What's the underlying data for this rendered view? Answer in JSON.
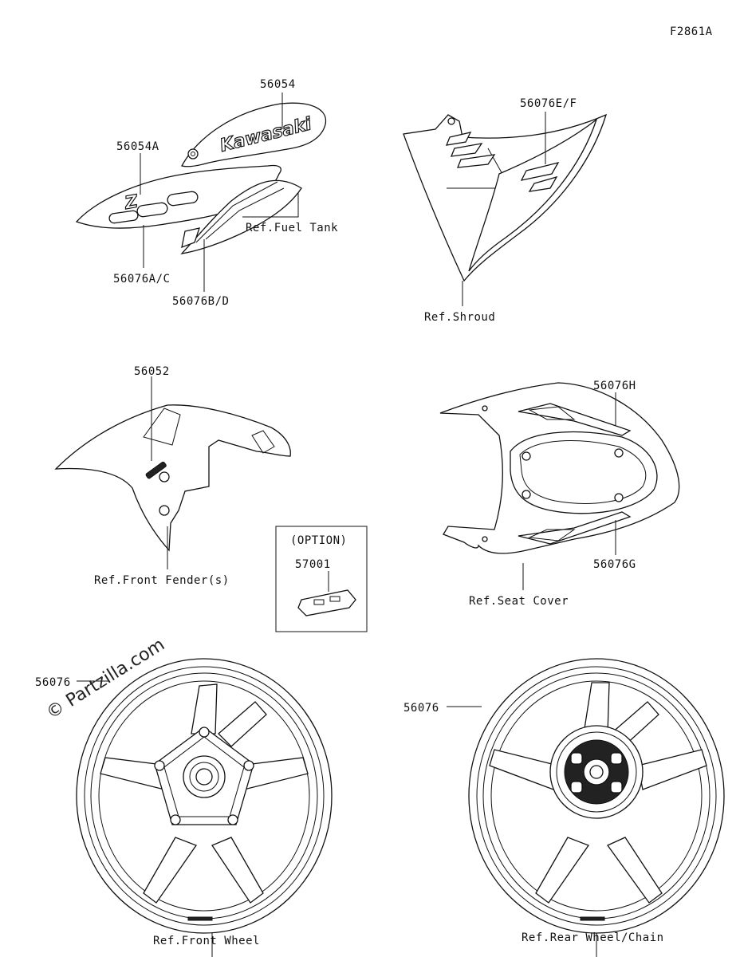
{
  "figure_code": "F2861A",
  "watermark": "© Partzilla.com",
  "logo_text": "Kawasaki",
  "logo_letter": "Z",
  "labels": {
    "p56054": "56054",
    "p56054A": "56054A",
    "p56076AC": "56076A/C",
    "p56076BD": "56076B/D",
    "ref_fuel_tank": "Ref.Fuel Tank",
    "p56076EF": "56076E/F",
    "ref_shroud": "Ref.Shroud",
    "p56052": "56052",
    "ref_front_fender": "Ref.Front Fender(s)",
    "option": "(OPTION)",
    "p57001": "57001",
    "p56076H": "56076H",
    "p56076G": "56076G",
    "ref_seat_cover": "Ref.Seat Cover",
    "p56076_front": "56076",
    "p56076_rear": "56076",
    "ref_front_wheel": "Ref.Front Wheel",
    "ref_rear_wheel": "Ref.Rear Wheel/Chain"
  }
}
